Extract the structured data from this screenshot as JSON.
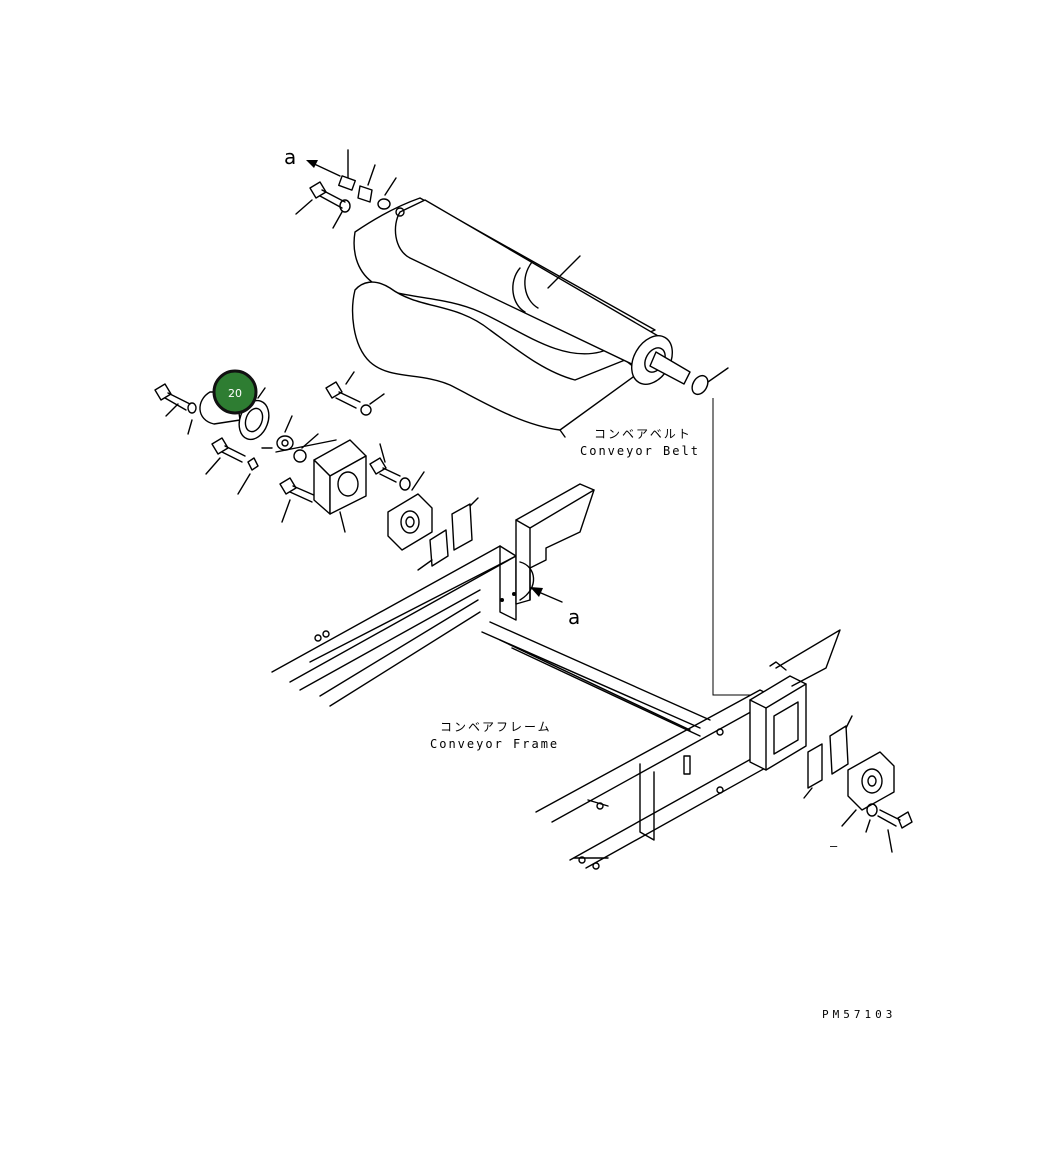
{
  "labels": {
    "belt_jp": "コンベアベルト",
    "belt_en": "Conveyor Belt",
    "frame_jp": "コンベアフレーム",
    "frame_en": "Conveyor Frame",
    "view_a_top": "a",
    "view_a_mid": "a",
    "drawing_code": "PM57103",
    "dash": "–"
  },
  "callout": {
    "number": "20",
    "fill": "#2e7d32",
    "ring": "#111111"
  }
}
